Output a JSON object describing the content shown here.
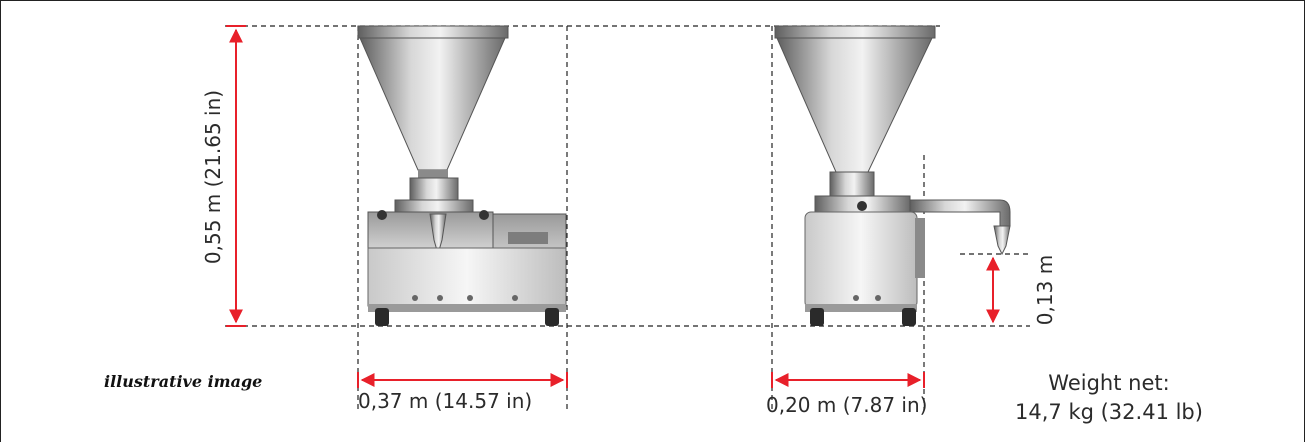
{
  "dimensions": {
    "height": "0,55 m (21.65 in)",
    "width_front": "0,37 m (14.57 in)",
    "width_side": "0,20 m (7.87 in)",
    "nozzle_height": "0,13 m"
  },
  "weight": {
    "title": "Weight net:",
    "value": "14,7 kg (32.41 lb)"
  },
  "caption": "illustrative image",
  "colors": {
    "dimension_arrow": "#e8202a",
    "guide_line": "#222222",
    "metal_light": "#d9d9d9",
    "metal_dark": "#6e6e6e"
  }
}
